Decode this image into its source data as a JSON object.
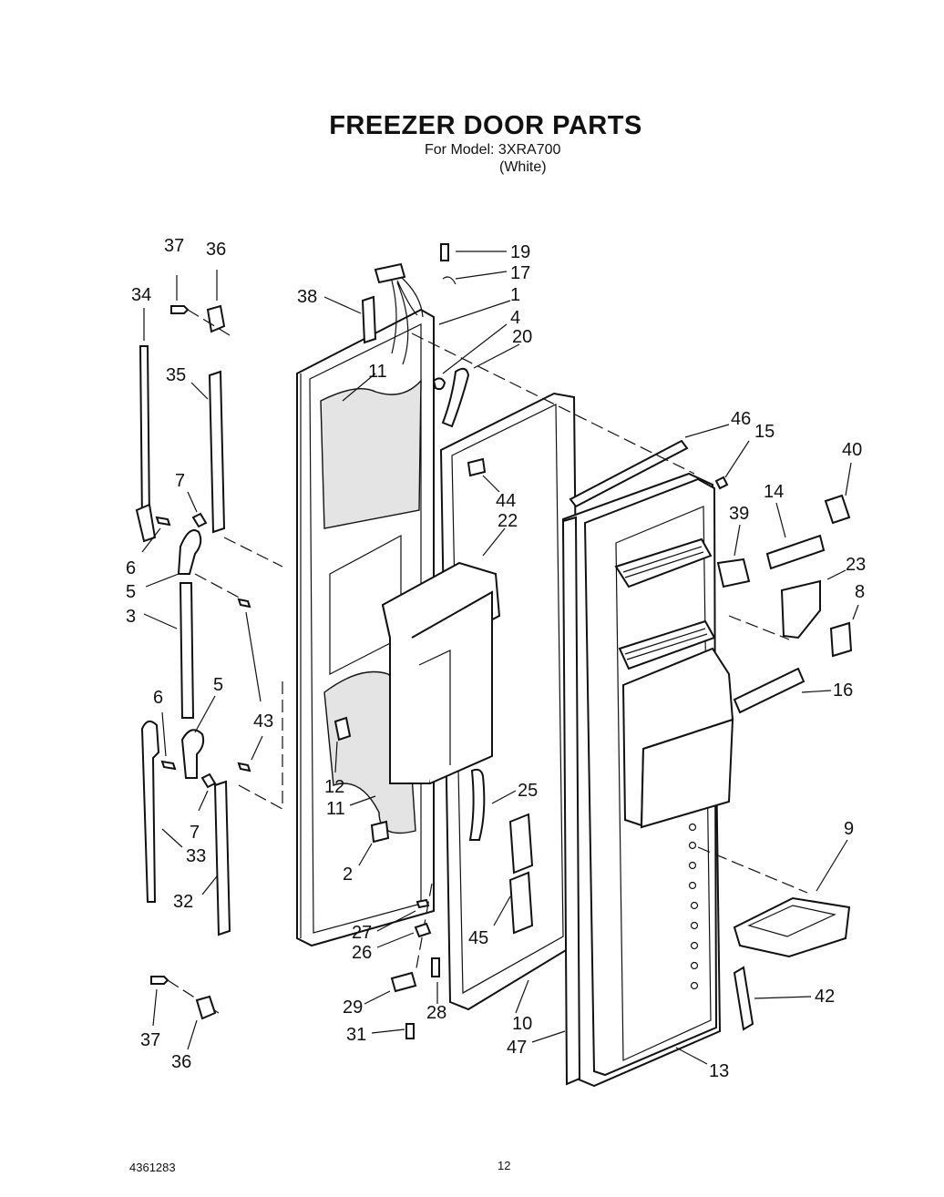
{
  "header": {
    "title": "FREEZER DOOR PARTS",
    "model_line": "For Model: 3XRA700",
    "color_line": "(White)"
  },
  "footer": {
    "doc_number": "4361283",
    "page_number": "12"
  },
  "callouts": [
    "37",
    "36",
    "34",
    "35",
    "7",
    "6",
    "5",
    "3",
    "6",
    "5",
    "43",
    "7",
    "33",
    "32",
    "38",
    "19",
    "17",
    "1",
    "4",
    "20",
    "11",
    "12",
    "11",
    "2",
    "27",
    "26",
    "29",
    "28",
    "31",
    "37",
    "36",
    "44",
    "22",
    "25",
    "45",
    "10",
    "47",
    "46",
    "15",
    "40",
    "14",
    "39",
    "23",
    "8",
    "16",
    "9",
    "42",
    "13"
  ]
}
